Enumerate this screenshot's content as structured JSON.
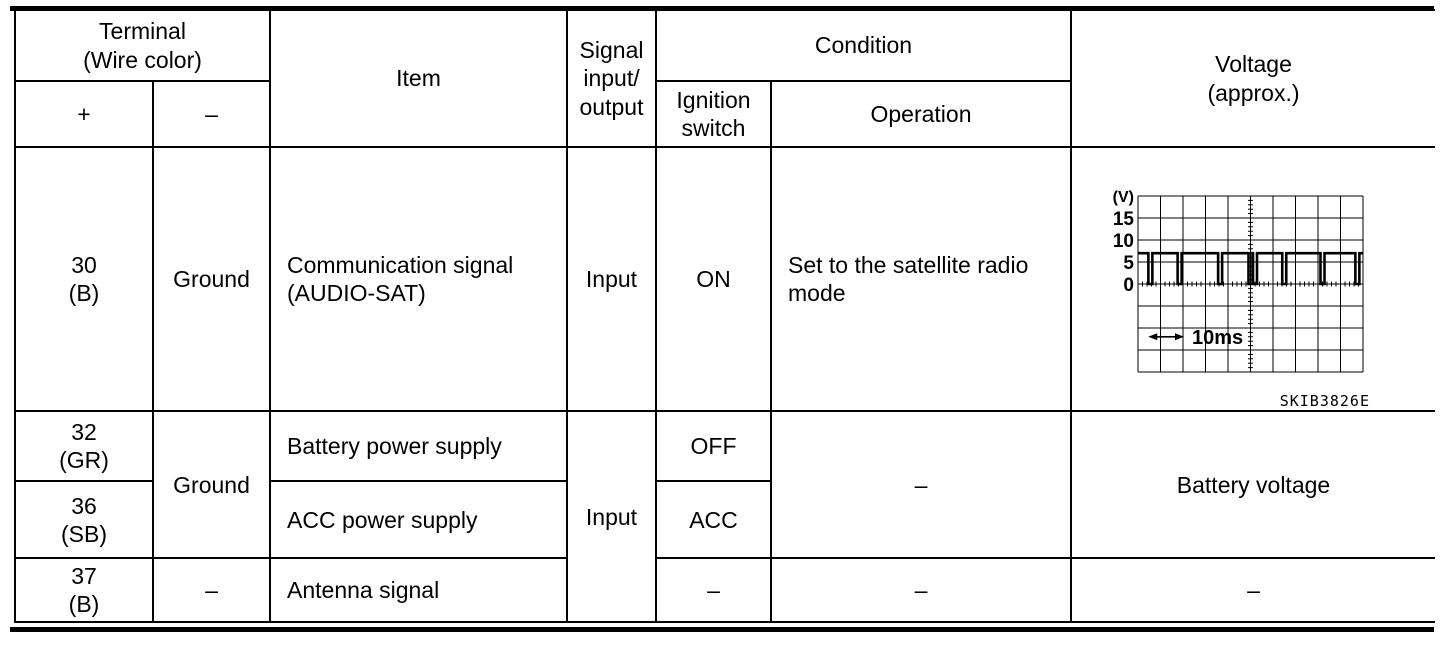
{
  "table": {
    "header": {
      "terminal": "Terminal\n(Wire color)",
      "plus": "+",
      "minus": "–",
      "item": "Item",
      "signal": "Signal\ninput/\noutput",
      "condition": "Condition",
      "ignition_switch": "Ignition\nswitch",
      "operation": "Operation",
      "voltage": "Voltage\n(approx.)"
    },
    "rows": [
      {
        "terminal_plus": "30\n(B)",
        "terminal_minus": "Ground",
        "item": "Communication signal\n(AUDIO-SAT)",
        "signal": "Input",
        "ignition": "ON",
        "operation": "Set to the satellite radio\nmode"
      },
      {
        "terminal_plus": "32\n(GR)",
        "terminal_minus": "Ground",
        "item": "Battery power supply",
        "signal": "Input",
        "ignition": "OFF",
        "operation": "–",
        "voltage": "Battery voltage"
      },
      {
        "terminal_plus": "36\n(SB)",
        "item": "ACC power supply",
        "ignition": "ACC"
      },
      {
        "terminal_plus": "37\n(B)",
        "terminal_minus": "–",
        "item": "Antenna signal",
        "ignition": "–",
        "operation": "–",
        "voltage": "–"
      }
    ]
  },
  "scope": {
    "y_axis_unit": "(V)",
    "y_tick_labels": [
      "15",
      "10",
      "5",
      "0"
    ],
    "volts_per_division": 5,
    "signal_high_volts": 7,
    "signal_low_volts": 0,
    "pulse_positions_divisions": [
      0.55,
      1.85,
      3.65,
      5.0,
      5.2,
      6.5,
      8.2,
      9.75
    ],
    "time_arrow_label": "10ms",
    "figure_code": "SKIB3826E"
  },
  "colors": {
    "line": "#000000",
    "background": "#ffffff"
  }
}
